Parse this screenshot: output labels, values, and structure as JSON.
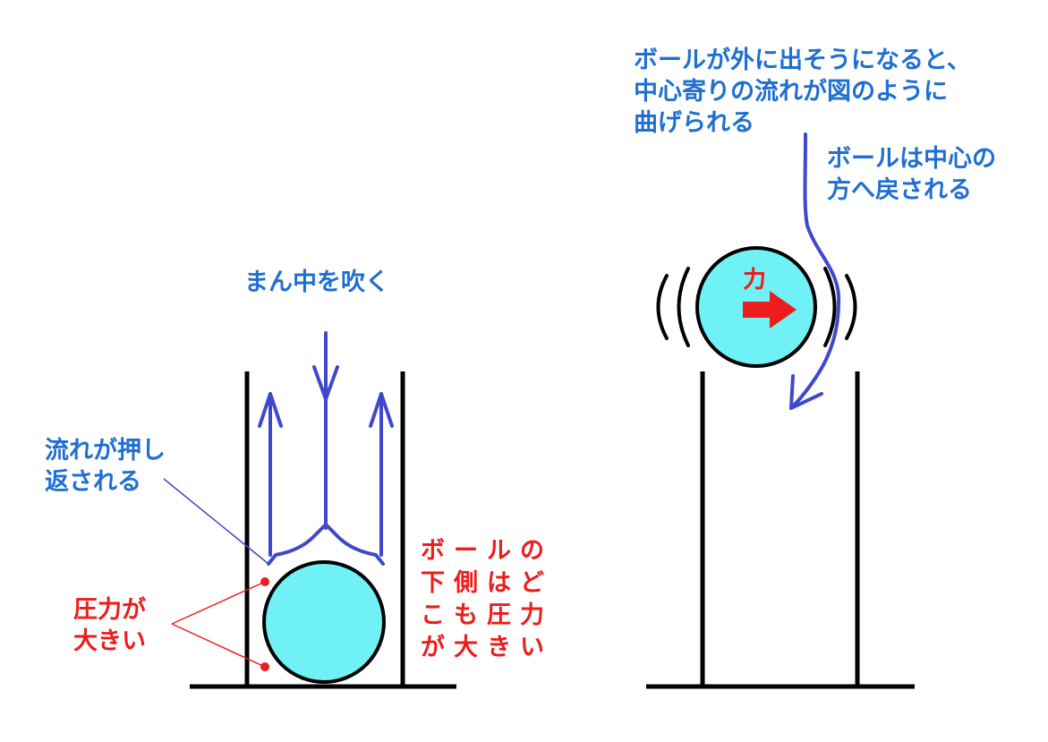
{
  "colors": {
    "text_blue": "#1f6fd1",
    "text_red": "#ee1c1c",
    "flow_blue": "#3f48cc",
    "ball_fill": "#6ff1f5",
    "line_black": "#000000",
    "force_arrow": "#ee1c1c"
  },
  "left_panel": {
    "blow_label": "まん中を吹く",
    "pushback_label": [
      "流れが押し",
      "返される"
    ],
    "pressure_label": [
      "圧力が",
      "大きい"
    ],
    "bottom_label": [
      "ボールの",
      "下側はど",
      "こも圧力",
      "が大きい"
    ]
  },
  "right_panel": {
    "explanation": [
      "ボールが外に出そうになると、",
      "中心寄りの流れが図のように",
      "曲げられる"
    ],
    "return_label": [
      "ボールは中心の",
      "方へ戻される"
    ],
    "force_label": "力"
  }
}
